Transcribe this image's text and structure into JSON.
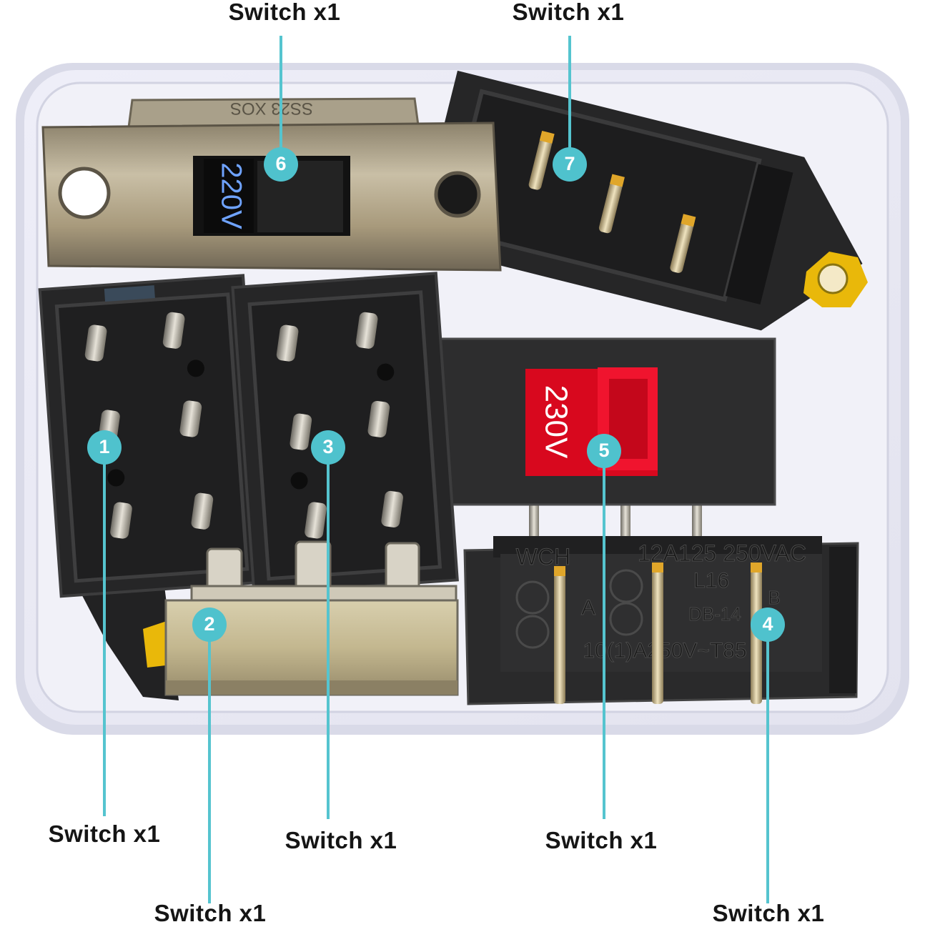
{
  "callouts": [
    {
      "number": "1",
      "label": "Switch x1"
    },
    {
      "number": "2",
      "label": "Switch x1"
    },
    {
      "number": "3",
      "label": "Switch x1"
    },
    {
      "number": "4",
      "label": "Switch x1"
    },
    {
      "number": "5",
      "label": "Switch x1"
    },
    {
      "number": "6",
      "label": "Switch x1"
    },
    {
      "number": "7",
      "label": "Switch x1"
    }
  ],
  "printed_text": {
    "voltage_220": "220V",
    "voltage_230": "230V",
    "rating_line": "12A125 250VAC",
    "brand": "WCH",
    "model": "L16",
    "series": "DB-14",
    "rating_line_2": "10(1)A250V~T85",
    "mark_a": "A",
    "mark_b": "B"
  },
  "colors": {
    "accent": "#4fc2cd",
    "label_text": "#151515",
    "switch_body": "#2b2b2c",
    "red_slider": "#e8102a",
    "metal_plate": "#b9ab8c"
  }
}
